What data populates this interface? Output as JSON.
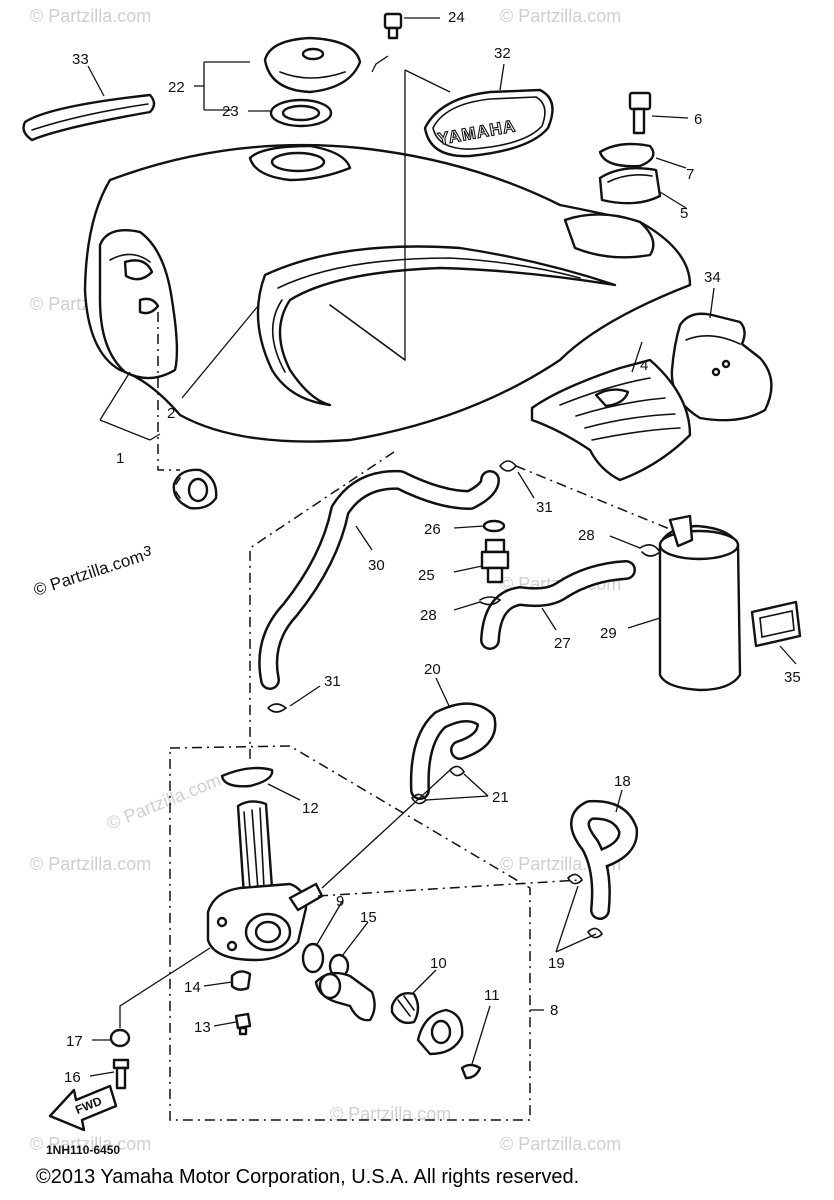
{
  "diagram": {
    "callouts": {
      "c1": "1",
      "c2": "2",
      "c3": "3",
      "c4": "4",
      "c5": "5",
      "c6": "6",
      "c7": "7",
      "c8": "8",
      "c9": "9",
      "c10": "10",
      "c11": "11",
      "c12": "12",
      "c13": "13",
      "c14": "14",
      "c15": "15",
      "c16": "16",
      "c17": "17",
      "c18": "18",
      "c19": "19",
      "c20": "20",
      "c21": "21",
      "c22": "22",
      "c23": "23",
      "c24": "24",
      "c25": "25",
      "c26": "26",
      "c27": "27",
      "c28a": "28",
      "c28b": "28",
      "c29": "29",
      "c30": "30",
      "c31a": "31",
      "c31b": "31",
      "c32": "32",
      "c33": "33",
      "c34": "34",
      "c35": "35"
    },
    "emblem_text": "YAMAHA",
    "arrow_text": "FWD",
    "drawing_code": "1NH110-6450",
    "watermark": "© Partzilla.com",
    "watermark_main": "© Partzilla.com"
  },
  "footer": {
    "copyright": "©2013 Yamaha Motor Corporation, U.S.A. All rights reserved."
  }
}
